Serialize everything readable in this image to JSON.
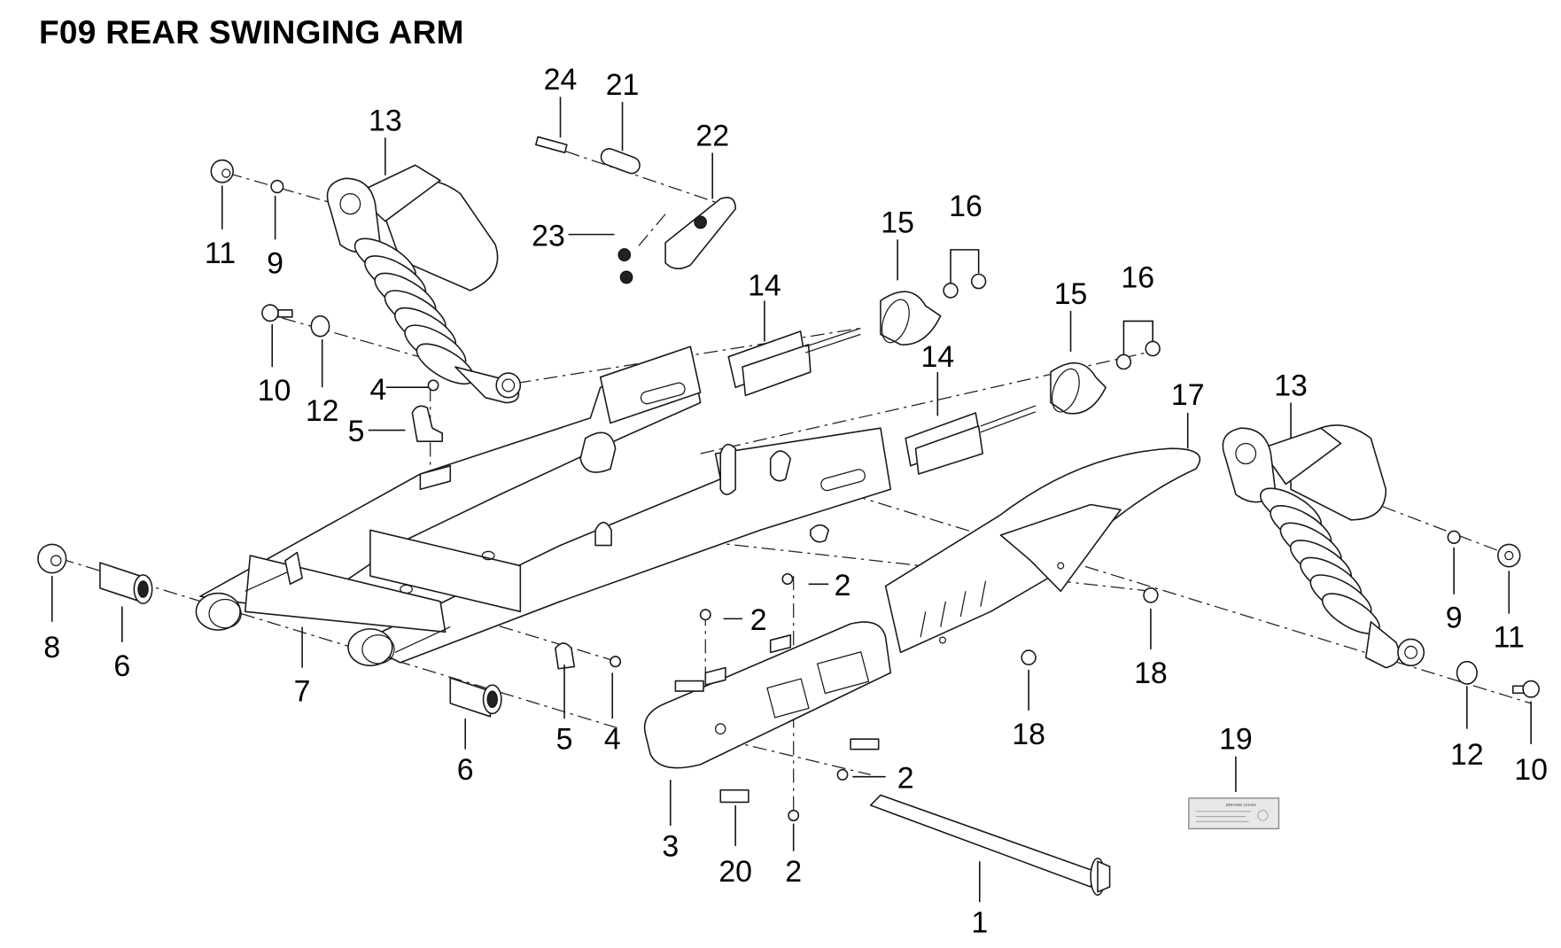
{
  "page": {
    "title": "F09  REAR SWINGING ARM"
  },
  "decal": {
    "heading": "DRIVING CHAIN"
  },
  "callouts": [
    {
      "id": "c1",
      "number": "1",
      "part": "swingarm-axle-bolt"
    },
    {
      "id": "c2a",
      "number": "2",
      "part": "chain-guard-screw"
    },
    {
      "id": "c2b",
      "number": "2",
      "part": "chain-guard-screw"
    },
    {
      "id": "c2c",
      "number": "2",
      "part": "chain-guard-screw"
    },
    {
      "id": "c2d",
      "number": "2",
      "part": "chain-guard-screw"
    },
    {
      "id": "c3",
      "number": "3",
      "part": "chain-slider-guard"
    },
    {
      "id": "c4a",
      "number": "4",
      "part": "clip-screw"
    },
    {
      "id": "c4b",
      "number": "4",
      "part": "clip-screw"
    },
    {
      "id": "c5a",
      "number": "5",
      "part": "hose-clip"
    },
    {
      "id": "c5b",
      "number": "5",
      "part": "hose-clip"
    },
    {
      "id": "c6a",
      "number": "6",
      "part": "pivot-bushing"
    },
    {
      "id": "c6b",
      "number": "6",
      "part": "pivot-bushing"
    },
    {
      "id": "c7",
      "number": "7",
      "part": "rear-swinging-arm"
    },
    {
      "id": "c8",
      "number": "8",
      "part": "axle-nut"
    },
    {
      "id": "c9a",
      "number": "9",
      "part": "washer"
    },
    {
      "id": "c9b",
      "number": "9",
      "part": "washer"
    },
    {
      "id": "c10a",
      "number": "10",
      "part": "shock-bolt"
    },
    {
      "id": "c10b",
      "number": "10",
      "part": "shock-bolt"
    },
    {
      "id": "c11a",
      "number": "11",
      "part": "cap-nut"
    },
    {
      "id": "c11b",
      "number": "11",
      "part": "cap-nut"
    },
    {
      "id": "c12a",
      "number": "12",
      "part": "flat-washer"
    },
    {
      "id": "c12b",
      "number": "12",
      "part": "flat-washer"
    },
    {
      "id": "c13a",
      "number": "13",
      "part": "rear-shock-absorber"
    },
    {
      "id": "c13b",
      "number": "13",
      "part": "rear-shock-absorber"
    },
    {
      "id": "c14a",
      "number": "14",
      "part": "chain-adjuster"
    },
    {
      "id": "c14b",
      "number": "14",
      "part": "chain-adjuster"
    },
    {
      "id": "c15a",
      "number": "15",
      "part": "adjuster-end-cap"
    },
    {
      "id": "c15b",
      "number": "15",
      "part": "adjuster-end-cap"
    },
    {
      "id": "c16a",
      "number": "16",
      "part": "adjuster-nuts"
    },
    {
      "id": "c16b",
      "number": "16",
      "part": "adjuster-nuts"
    },
    {
      "id": "c17",
      "number": "17",
      "part": "chain-cover"
    },
    {
      "id": "c18a",
      "number": "18",
      "part": "cover-bolt"
    },
    {
      "id": "c18b",
      "number": "18",
      "part": "cover-bolt"
    },
    {
      "id": "c19",
      "number": "19",
      "part": "driving-chain-decal"
    },
    {
      "id": "c20",
      "number": "20",
      "part": "slider-pad"
    },
    {
      "id": "c21",
      "number": "21",
      "part": "brake-sensor-bracket-sleeve"
    },
    {
      "id": "c22",
      "number": "22",
      "part": "sensor-plate"
    },
    {
      "id": "c23",
      "number": "23",
      "part": "plate-screws"
    },
    {
      "id": "c24",
      "number": "24",
      "part": "sleeve-bolt"
    }
  ]
}
